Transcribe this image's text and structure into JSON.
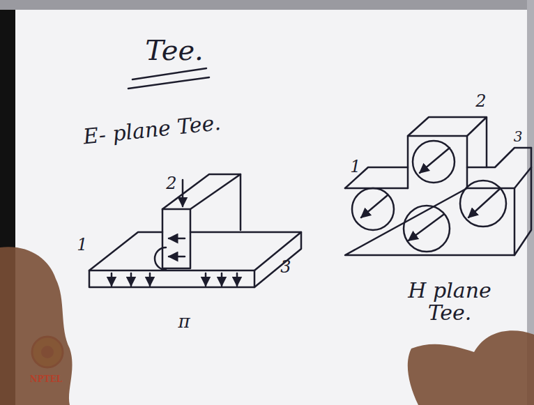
{
  "diagram": {
    "title": "Tee.",
    "labels": [
      "E- plane Tee.",
      "2",
      "1",
      "3",
      "π",
      "2",
      "1",
      "3",
      "H plane Tee.",
      "NPTEL"
    ]
  }
}
